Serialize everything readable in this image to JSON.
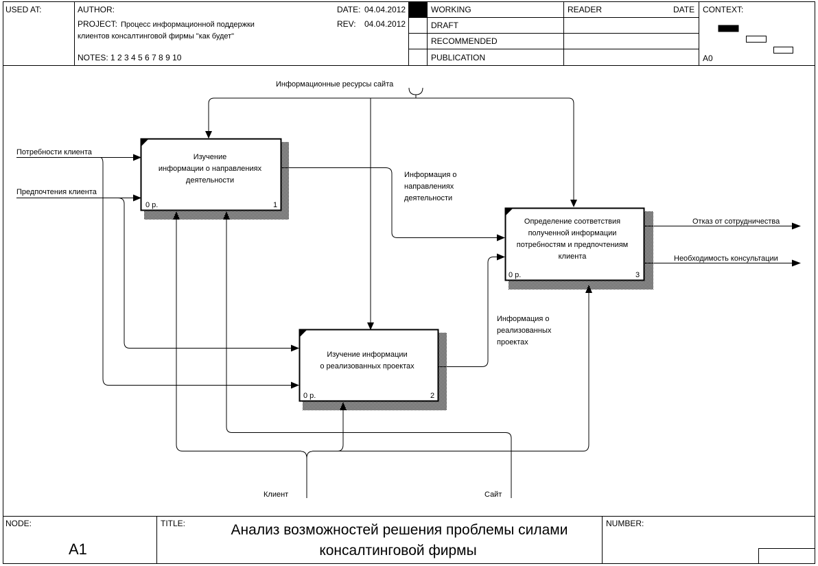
{
  "header": {
    "used_at_label": "USED AT:",
    "author_label": "AUTHOR:",
    "project_label": "PROJECT:",
    "project_line1": "Процесс информационной поддержки",
    "project_line2": "клиентов консалтинговой фирмы \"как будет\"",
    "notes": "NOTES:  1  2  3  4  5  6  7  8  9  10",
    "date_label": "DATE:",
    "date_value": "04.04.2012",
    "rev_label": "REV:",
    "rev_value": "04.04.2012",
    "status_items": [
      "WORKING",
      "DRAFT",
      "RECOMMENDED",
      "PUBLICATION"
    ],
    "reader_label": "READER",
    "reader_date_label": "DATE",
    "context_label": "CONTEXT:",
    "context_node": "A0"
  },
  "diagram": {
    "boxes": [
      {
        "lines": [
          "Изучение",
          "информации о направлениях",
          "деятельности"
        ],
        "cost": "0 р.",
        "number": "1"
      },
      {
        "lines": [
          "Изучение информации",
          "о реализованных проектах"
        ],
        "cost": "0 р.",
        "number": "2"
      },
      {
        "lines": [
          "Определение соответствия",
          "полученной информации",
          "потребностям и предпочтениям",
          "клиента"
        ],
        "cost": "0 р.",
        "number": "3"
      }
    ],
    "arrow_labels": {
      "resources": "Информационные ресурсы сайта",
      "needs": "Потребности клиента",
      "prefs": "Предпочтения клиента",
      "info_directions": [
        "Информация о",
        "направлениях",
        "деятельности"
      ],
      "info_projects": [
        "Информация о",
        "реализованных",
        "проектах"
      ],
      "refusal": "Отказ от сотрудничества",
      "need_consult": "Необходимость консультации",
      "client": "Клиент",
      "site": "Сайт"
    }
  },
  "footer": {
    "node_label": "NODE:",
    "node_value": "A1",
    "title_label": "TITLE:",
    "title_line1": "Анализ возможностей решения проблемы силами",
    "title_line2": "консалтинговой фирмы",
    "number_label": "NUMBER:"
  }
}
